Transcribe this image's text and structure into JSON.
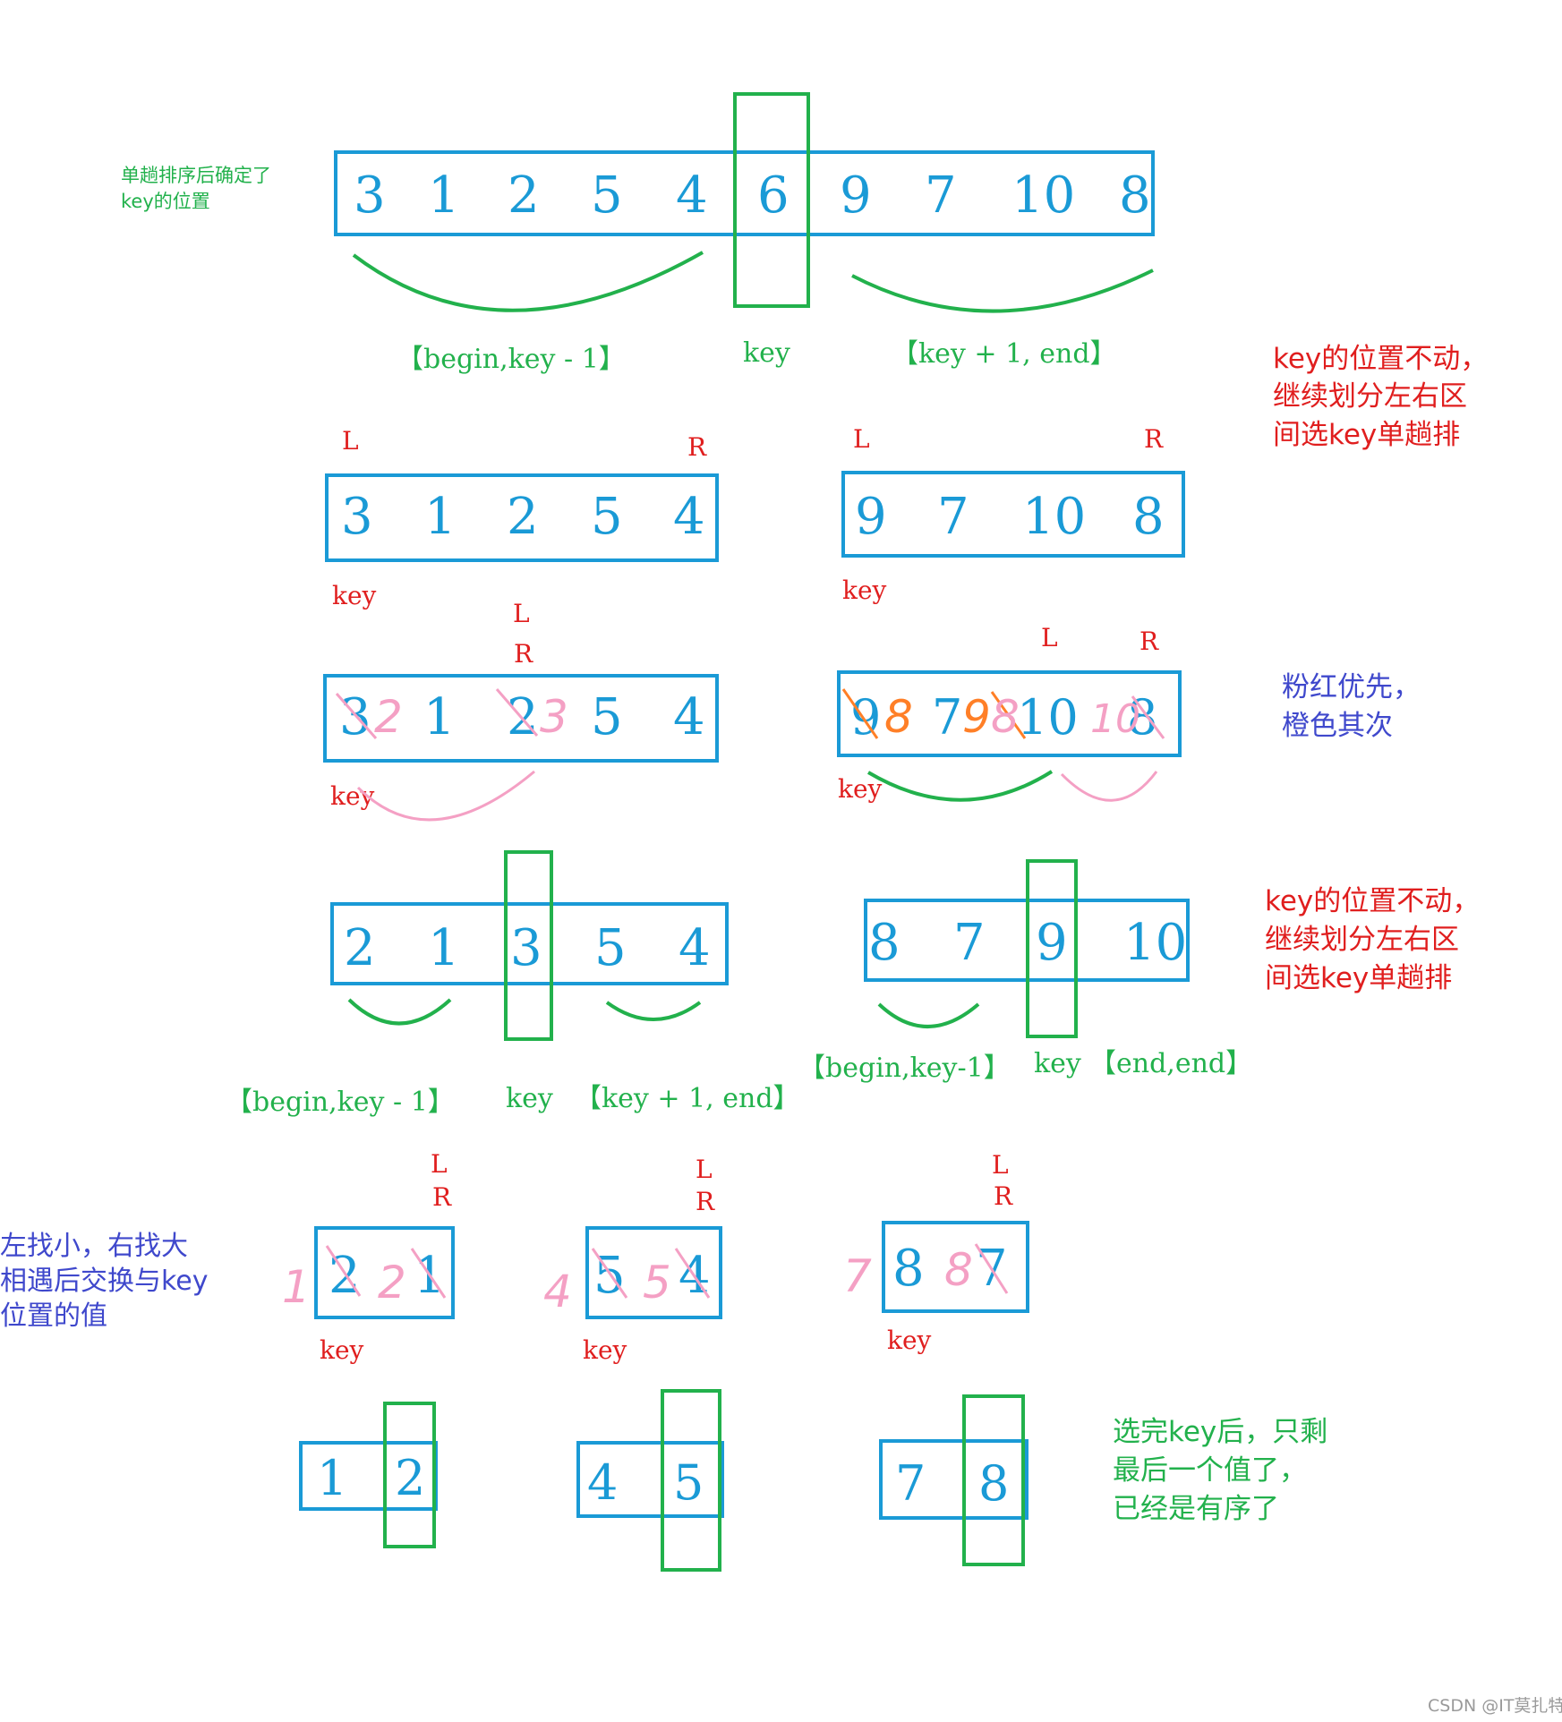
{
  "colors": {
    "array_box": "#1a9ad6",
    "key_box": "#22b14c",
    "pointer": "#e01e1e",
    "note_green": "#22b14c",
    "note_red": "#e01e1e",
    "note_blue": "#3f48cc",
    "pink": "#f4a0c4",
    "orange": "#ff7f27"
  },
  "level0": {
    "note": [
      "单趟排序后确定了",
      "key的位置"
    ],
    "values": [
      "3",
      "1",
      "2",
      "5",
      "4",
      "6",
      "9",
      "7",
      "10",
      "8"
    ],
    "left_range": "【begin,key - 1】",
    "key_label": "key",
    "right_range": "【key + 1, end】"
  },
  "note_red_1": [
    "key的位置不动，",
    "继续划分左右区",
    "间选key单趟排"
  ],
  "level1": {
    "left": {
      "values": [
        "3",
        "1",
        "2",
        "5",
        "4"
      ],
      "L": "L",
      "R": "R",
      "key": "key"
    },
    "right": {
      "values": [
        "9",
        "7",
        "10",
        "8"
      ],
      "L": "L",
      "R": "R",
      "key": "key"
    }
  },
  "level2": {
    "left": {
      "values": [
        "3",
        "1",
        "2",
        "5",
        "4"
      ],
      "L": "L",
      "R": "R",
      "key": "key",
      "pink_marks": [
        "2",
        "3"
      ]
    },
    "right": {
      "values": [
        "9",
        "7",
        "10",
        "8"
      ],
      "L": "L",
      "R": "R",
      "key": "key",
      "orange_marks": [
        "8",
        "9",
        "8"
      ],
      "pink_marks": [
        "10"
      ]
    }
  },
  "note_blue_1": [
    "粉红优先，",
    "橙色其次"
  ],
  "level3": {
    "left": {
      "values": [
        "2",
        "1",
        "3",
        "5",
        "4"
      ]
    },
    "right": {
      "values": [
        "8",
        "7",
        "9",
        "10"
      ]
    },
    "left_range": "【begin,key - 1】",
    "left_key": "key",
    "left_right_range": "【key + 1, end】",
    "right_range": "【begin,key-1】",
    "right_key": "key",
    "right_right_range": "【end,end】"
  },
  "note_red_2": [
    "key的位置不动，",
    "继续划分左右区",
    "间选key单趟排"
  ],
  "note_blue_2": [
    "左找小，右找大",
    "相遇后交换与key",
    "位置的值"
  ],
  "level4": {
    "a": {
      "values": [
        "2",
        "1"
      ],
      "L": "L",
      "R": "R",
      "key": "key",
      "marks": [
        "1",
        "2"
      ]
    },
    "b": {
      "values": [
        "5",
        "4"
      ],
      "L": "L",
      "R": "R",
      "key": "key",
      "marks": [
        "4",
        "5"
      ]
    },
    "c": {
      "values": [
        "8",
        "7"
      ],
      "L": "L",
      "R": "R",
      "key": "key",
      "marks": [
        "7",
        "8"
      ]
    }
  },
  "level5": {
    "a": {
      "values": [
        "1",
        "2"
      ]
    },
    "b": {
      "values": [
        "4",
        "5"
      ]
    },
    "c": {
      "values": [
        "7",
        "8"
      ]
    }
  },
  "note_green_2": [
    "选完key后，只剩",
    "最后一个值了，",
    "已经是有序了"
  ],
  "watermark": "CSDN @IT莫扎特"
}
